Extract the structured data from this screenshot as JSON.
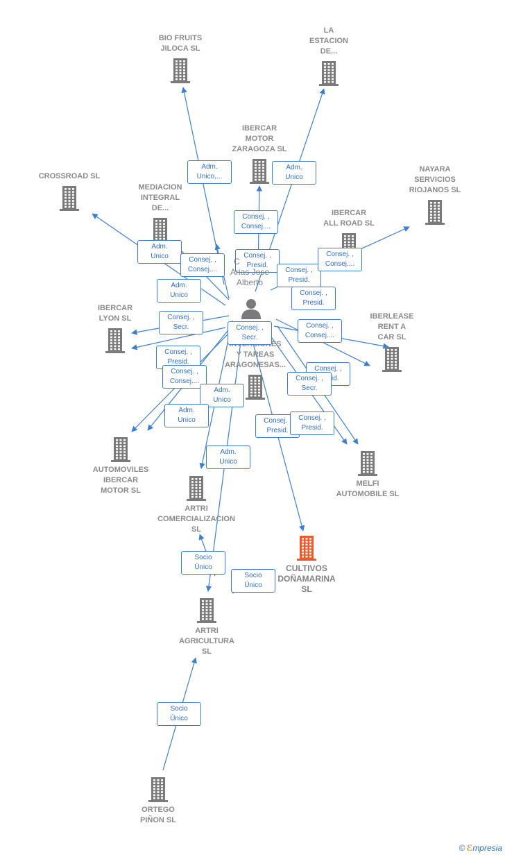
{
  "colors": {
    "edge": "#3b7fd4",
    "node": "#7a7a7a",
    "highlight": "#f05a2a",
    "label_text": "#8a8a8a"
  },
  "nodes": [
    {
      "id": "bio",
      "label": "BIO FRUITS\nJILOCA  SL",
      "icon": "building-icon"
    },
    {
      "id": "estacion",
      "label": "LA\nESTACION\nDE...",
      "icon": "building-icon"
    },
    {
      "id": "ibercar_motor",
      "label": "IBERCAR\nMOTOR\nZARAGOZA SL",
      "icon": "building-icon"
    },
    {
      "id": "crossroad",
      "label": "CROSSROAD SL",
      "icon": "building-icon"
    },
    {
      "id": "mediacion",
      "label": "MEDIACION\nINTEGRAL\nDE...",
      "icon": "building-icon"
    },
    {
      "id": "nayara",
      "label": "NAYARA\nSERVICIOS\nRIOJANOS SL",
      "icon": "building-icon"
    },
    {
      "id": "allroad",
      "label": "IBERCAR\nALL ROAD SL",
      "icon": "building-icon"
    },
    {
      "id": "lyon",
      "label": "IBERCAR\nLYON SL",
      "icon": "building-icon"
    },
    {
      "id": "iberlease",
      "label": "IBERLEASE\nRENT A\nCAR SL",
      "icon": "building-icon"
    },
    {
      "id": "inversiones",
      "label": "INVERSIONES\nY TAREAS\nARAGONESAS...",
      "icon": "building-icon"
    },
    {
      "id": "automoviles",
      "label": "AUTOMOVILES\nIBERCAR\nMOTOR SL",
      "icon": "building-icon"
    },
    {
      "id": "melfi",
      "label": "MELFI\nAUTOMOBILE SL",
      "icon": "building-icon"
    },
    {
      "id": "artri_com",
      "label": "ARTRI\nCOMERCIALIZACION\nSL",
      "icon": "building-icon"
    },
    {
      "id": "cultivos",
      "label": "CULTIVOS\nDOÑAMARINA\nSL",
      "icon": "building-icon",
      "main": true
    },
    {
      "id": "artri_agr",
      "label": "ARTRI\nAGRICULTURA\nSL",
      "icon": "building-icon"
    },
    {
      "id": "ortego",
      "label": "ORTEGO\nPIÑON  SL",
      "icon": "building-icon"
    }
  ],
  "person": {
    "name": "Arias Jose\nAlberto",
    "prefix": "C",
    "icon": "person-icon"
  },
  "edge_labels": [
    "Adm.\nUnico,...",
    "Adm.\nUnico",
    "Consej. ,\nConsej....",
    "Adm.\nUnico",
    "Consej. ,\nConsej....",
    "Consej. ,\nPresid.",
    "Consej. ,\nPresid.",
    "Consej. ,\nConsej....",
    "Adm.\nUnico",
    "Consej. ,\nPresid.",
    "Consej. ,\nSecr.",
    "Consej. ,\nSecr.",
    "Consej. ,\nConsej....",
    "Consej. ,\nPresid.",
    "Consej. ,\nConsej....",
    "Consej. ,\nPresid.",
    "Consej. ,\nSecr.",
    "Adm.\nUnico",
    "Consej. ,\nPresid.",
    "Adm.\nUnico",
    "Consej. ,\nPresid.",
    "Adm.\nUnico",
    "Socio\nÚnico",
    "Socio\nÚnico",
    "Socio\nÚnico"
  ],
  "brand": {
    "copyright": "©",
    "e": "ℰ",
    "rest": "mpresia"
  }
}
